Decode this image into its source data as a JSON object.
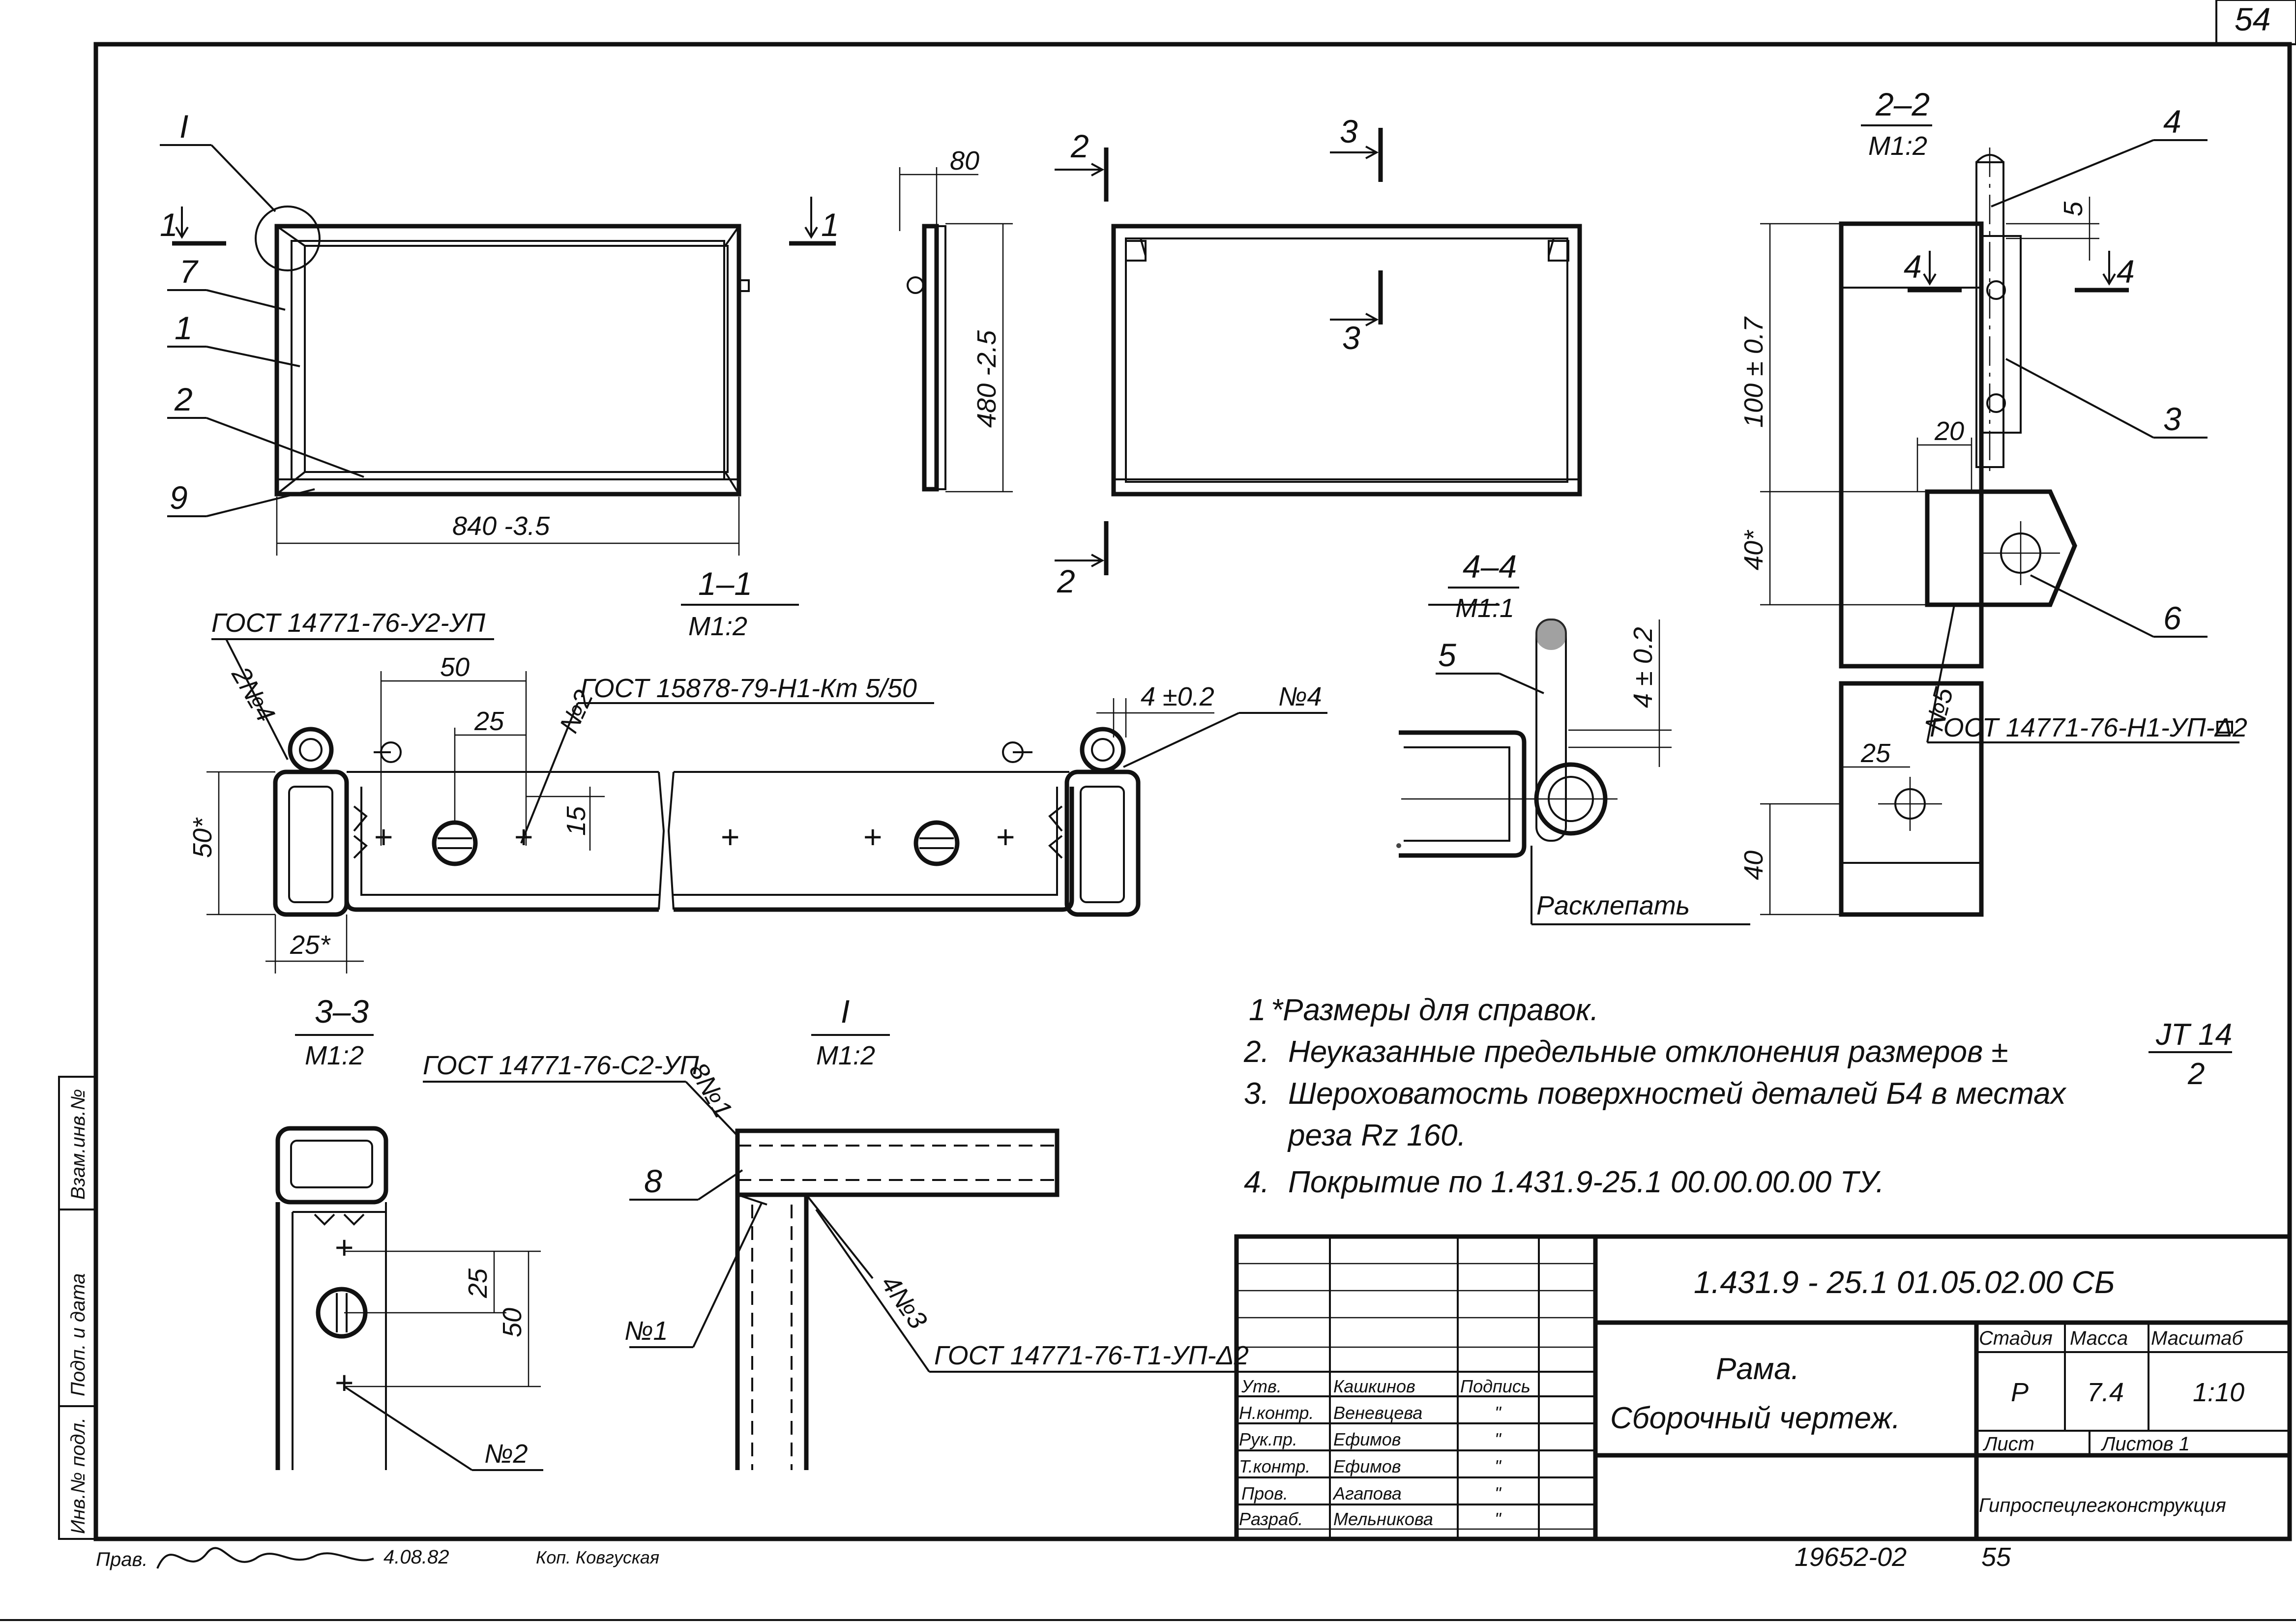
{
  "sheet": {
    "corner_number": "54",
    "bottom_number": "55",
    "archive_code": "19652-02",
    "footer_handwriting": {
      "prefix": "Прав.",
      "date": "4.08.82",
      "copyist": "Коп. Ковгуская"
    }
  },
  "side_stamp": [
    "Инв.№ подл.",
    "Подп. и дата",
    "Взам.инв.№"
  ],
  "views": {
    "main": {
      "callout": "I",
      "section_marks": [
        "1",
        "1"
      ],
      "positions": [
        "7",
        "1",
        "2",
        "9"
      ],
      "dim_width": "840 -3.5"
    },
    "side": {
      "dim_top": "80",
      "dim_height": "480 -2.5"
    },
    "back": {
      "section_marks": [
        "2",
        "3",
        "3",
        "2"
      ]
    },
    "section_1_1": {
      "title": "1–1",
      "scale": "М1:2",
      "weld_top": "ГОСТ 14771-76-У2-УП",
      "weld_left_mark": "2№4",
      "rivet": "ГОСТ 15878-79-Н1-Кт 5/50",
      "rivet_mark": "№2",
      "dim_50": "50",
      "dim_25": "25",
      "dim_15": "15",
      "dim_50s": "50*",
      "dim_25s": "25*",
      "dim_4": "4 ±0.2",
      "weld_right_mark": "№4"
    },
    "section_2_2": {
      "title": "2–2",
      "scale": "М1:2",
      "pos_4": "4",
      "pos_3": "3",
      "pos_6": "6",
      "dim_5": "5",
      "dim_100": "100 ± 0.7",
      "dim_20": "20",
      "dim_40s": "40*",
      "dim_25": "25",
      "dim_40": "40",
      "section_mark": "4",
      "weld": "ГОСТ 14771-76-Н1-УП-Δ2",
      "weld_mark": "№5"
    },
    "section_4_4": {
      "title": "4–4",
      "scale": "М1:1",
      "pos_5": "5",
      "dim_4": "4 ± 0.2",
      "note": "Расклепать"
    },
    "section_3_3": {
      "title": "3–3",
      "scale": "М1:2",
      "dim_25": "25",
      "dim_50": "50",
      "mark": "№2"
    },
    "detail_I": {
      "title": "I",
      "scale": "М1:2",
      "weld_top": "ГОСТ 14771-76-С2-УП",
      "weld_top_mark": "8№1",
      "pos_8": "8",
      "mark_n1": "№1",
      "weld_bottom_mark": "4№3",
      "weld_bottom": "ГОСТ 14771-76-Т1-УП-Δ2"
    }
  },
  "notes": [
    {
      "num": "1",
      "text": "*Размеры  для   справок."
    },
    {
      "num": "2.",
      "text": "Неуказанные   предельные   отклонения  размеров  ±",
      "fraction_top": "JT 14",
      "fraction_bottom": "2"
    },
    {
      "num": "3.",
      "text": "Шероховатость  поверхностей   деталей  Б4  в  местах"
    },
    {
      "num": "",
      "text": "реза  Rz 160."
    },
    {
      "num": "4.",
      "text": "Покрытие   по     1.431.9-25.1  00.00.00.00 ТУ."
    }
  ],
  "title_block": {
    "designation": "1.431.9 - 25.1   01.05.02.00 СБ",
    "name_line1": "Рама.",
    "name_line2": "Сборочный  чертеж.",
    "headers": {
      "stage": "Стадия",
      "mass": "Масса",
      "scale": "Масштаб",
      "sheet": "Лист",
      "sheets": "Листов  1"
    },
    "values": {
      "stage": "Р",
      "mass": "7.4",
      "scale": "1:10"
    },
    "organization": "Гипроспецлегконструкция",
    "signature_col": "Подпись",
    "people": [
      {
        "role": "Утв.",
        "name": "Кашкинов"
      },
      {
        "role": "Н.контр.",
        "name": "Веневцева"
      },
      {
        "role": "Рук.пр.",
        "name": "Ефимов"
      },
      {
        "role": "Т.контр.",
        "name": "Ефимов"
      },
      {
        "role": "Пров.",
        "name": "Агапова"
      },
      {
        "role": "Разраб.",
        "name": "Мельникова"
      }
    ],
    "ditto": "\""
  }
}
